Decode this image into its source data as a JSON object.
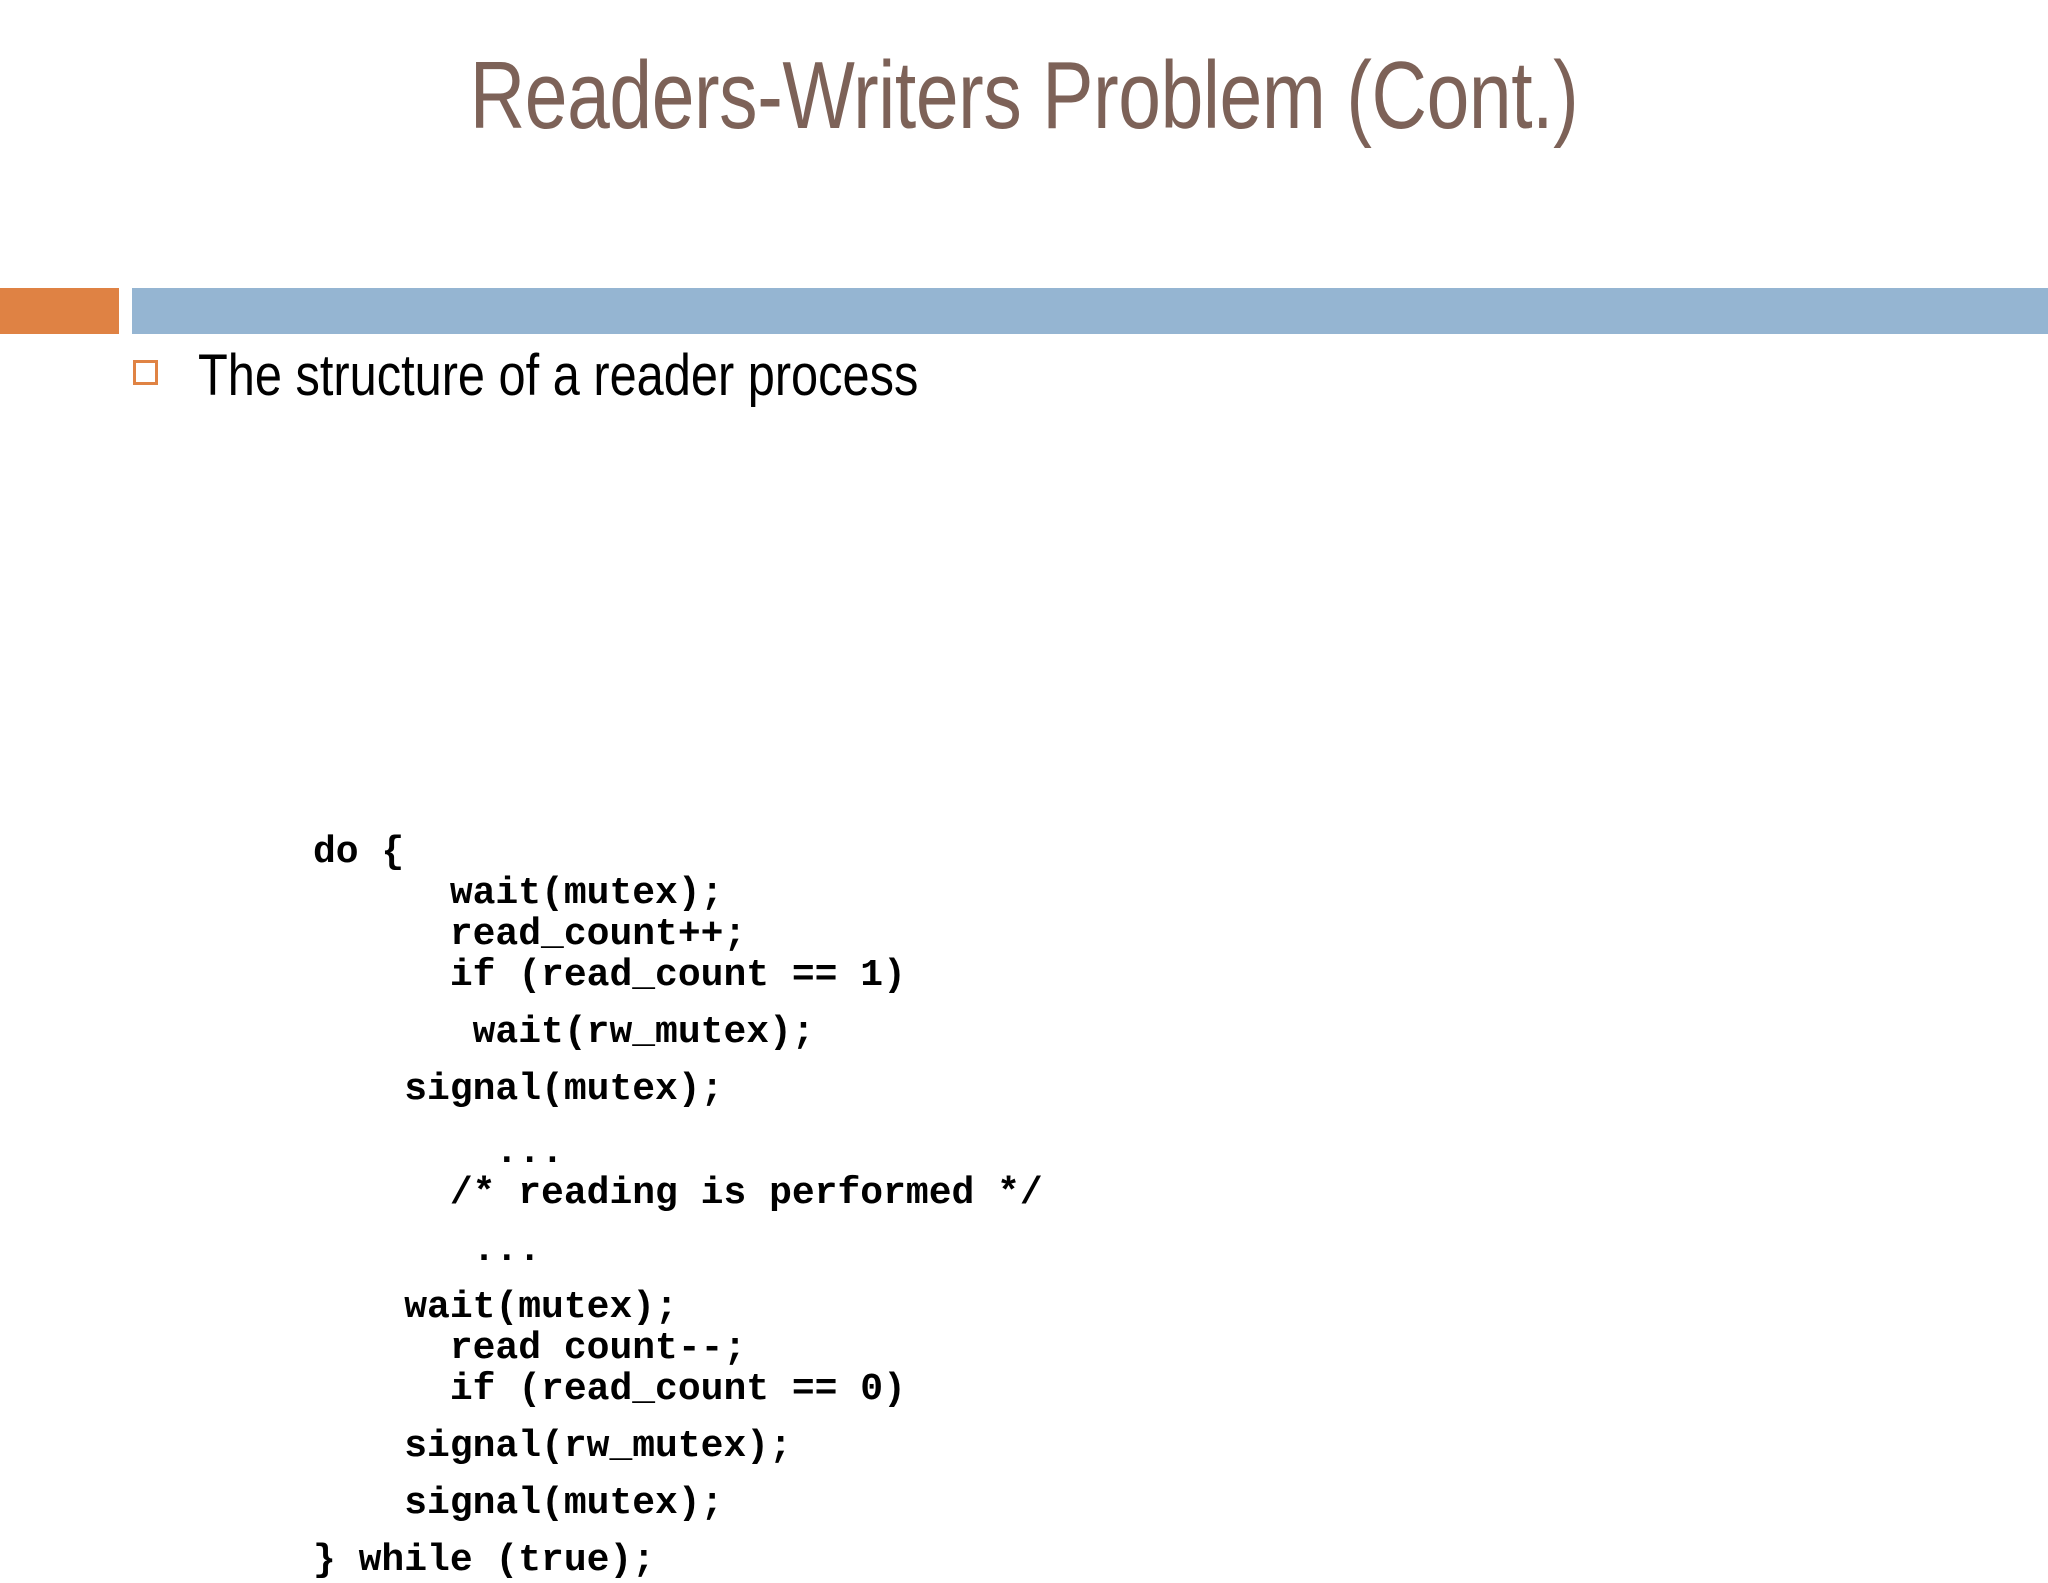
{
  "slide": {
    "title": "Readers-Writers Problem (Cont.)",
    "title_color": "#7D6258",
    "background_color": "#FFFFFF"
  },
  "divider": {
    "orange_color": "#DF8244",
    "blue_color": "#95B5D2"
  },
  "body": {
    "bullet": {
      "marker": "hollow-square-bullet",
      "marker_color": "#E08344",
      "text": "The structure of a reader process"
    },
    "code": {
      "language": "c",
      "lines": [
        {
          "text": "do {",
          "indent": 0,
          "gap": "none"
        },
        {
          "text": "      wait(mutex);",
          "indent": 6,
          "gap": "none"
        },
        {
          "text": "      read_count++;",
          "indent": 6,
          "gap": "none"
        },
        {
          "text": "      if (read_count == 1)",
          "indent": 6,
          "gap": "none"
        },
        {
          "text": "       wait(rw_mutex);",
          "indent": 7,
          "gap": "medium"
        },
        {
          "text": "    signal(mutex);",
          "indent": 4,
          "gap": "medium"
        },
        {
          "text": "        ...",
          "indent": 8,
          "gap": "large"
        },
        {
          "text": "      /* reading is performed */",
          "indent": 6,
          "gap": "none"
        },
        {
          "text": "       ...",
          "indent": 7,
          "gap": "medium"
        },
        {
          "text": "    wait(mutex);",
          "indent": 4,
          "gap": "medium"
        },
        {
          "text": "      read count--;",
          "indent": 6,
          "gap": "none"
        },
        {
          "text": "      if (read_count == 0)",
          "indent": 6,
          "gap": "none"
        },
        {
          "text": "    signal(rw_mutex);",
          "indent": 4,
          "gap": "medium"
        },
        {
          "text": "    signal(mutex);",
          "indent": 4,
          "gap": "medium"
        },
        {
          "text": "} while (true);",
          "indent": 0,
          "gap": "medium"
        }
      ]
    }
  }
}
